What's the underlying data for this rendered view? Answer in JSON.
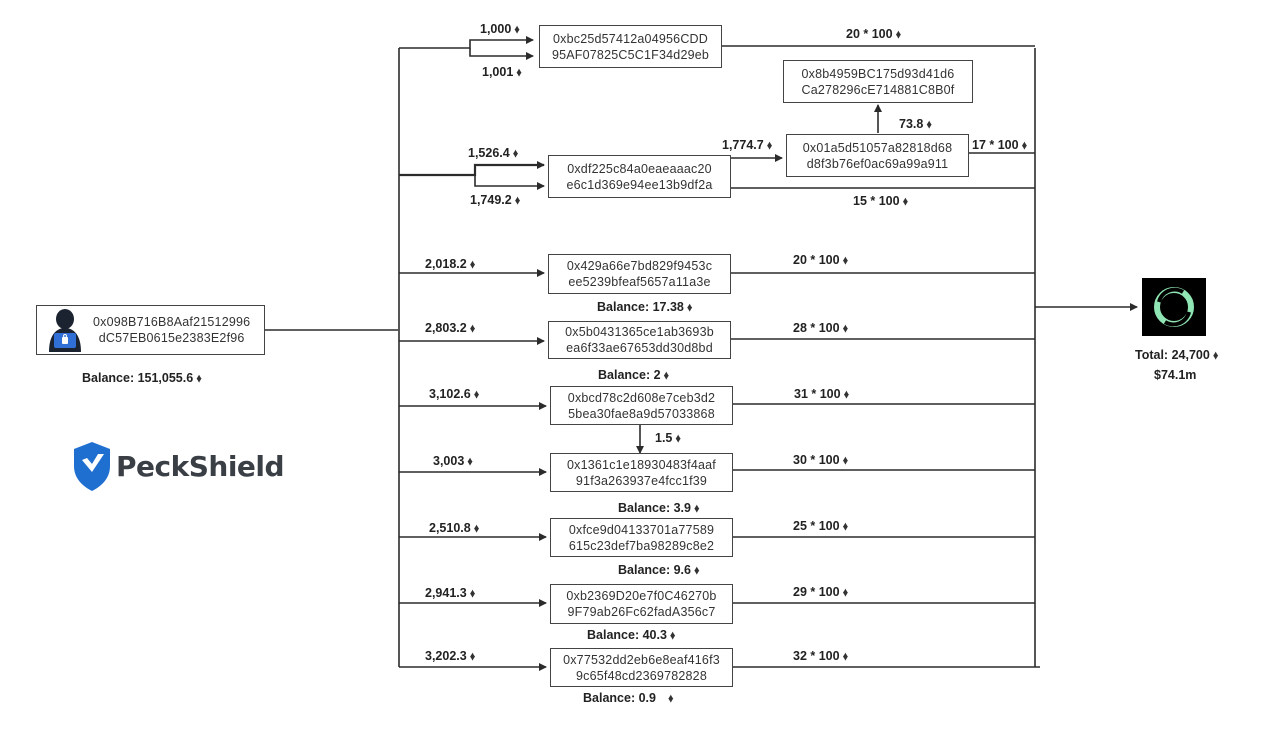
{
  "eth_symbol": "♦",
  "hacker": {
    "address_line1": "0x098B716B8Aaf21512996",
    "address_line2": "dC57EB0615e2383E2f96",
    "balance": "Balance: 151,055.6"
  },
  "logo_text": "PeckShield",
  "exchange": {
    "total": "Total: 24,700",
    "usd": "$74.1m"
  },
  "top_box": {
    "line1": "0xbc25d57412a04956CDD",
    "line2": "95AF07825C5C1F34d29eb",
    "in_top": "1,000",
    "in_bottom": "1,001",
    "out": "20 * 100"
  },
  "box_8b": {
    "line1": "0x8b4959BC175d93d41d6",
    "line2": "Ca278296cE714881C8B0f"
  },
  "box_01a5": {
    "line1": "0x01a5d51057a82818d68",
    "line2": "d8f3b76ef0ac69a99a911",
    "in": "1,774.7",
    "up": "73.8",
    "out": "17 * 100"
  },
  "box_df22": {
    "line1": "0xdf225c84a0eaeaaac20",
    "line2": "e6c1d369e94ee13b9df2a",
    "in_top": "1,526.4",
    "in_bottom": "1,749.2",
    "out": "15 * 100"
  },
  "rows": [
    {
      "in": "2,018.2",
      "line1": "0x429a66e7bd829f9453c",
      "line2": "ee5239bfeaf5657a11a3e",
      "out": "20 * 100",
      "balance": "Balance: 17.38"
    },
    {
      "in": "2,803.2",
      "line1": "0x5b0431365ce1ab3693b",
      "line2": "ea6f33ae67653dd30d8bd",
      "out": "28 * 100",
      "balance": "Balance: 2"
    },
    {
      "in": "3,102.6",
      "line1": "0xbcd78c2d608e7ceb3d2",
      "line2": "5bea30fae8a9d57033868",
      "out": "31 * 100",
      "balance": ""
    },
    {
      "in": "3,003",
      "line1": "0x1361c1e18930483f4aaf",
      "line2": "91f3a263937e4fcc1f39",
      "out": "30 * 100",
      "balance": "Balance: 3.9"
    },
    {
      "in": "2,510.8",
      "line1": "0xfce9d04133701a77589",
      "line2": "615c23def7ba98289c8e2",
      "out": "25 * 100",
      "balance": "Balance: 9.6"
    },
    {
      "in": "2,941.3",
      "line1": "0xb2369D20e7f0C46270b",
      "line2": "9F79ab26Fc62fadA356c7",
      "out": "29 * 100",
      "balance": "Balance: 40.3"
    },
    {
      "in": "3,202.3",
      "line1": "0x77532dd2eb6e8eaf416f3",
      "line2": "9c65f48cd2369782828",
      "out": "32 * 100",
      "balance": "Balance: 0.9"
    }
  ],
  "transfer_bcd_to_1361": "1.5",
  "colors": {
    "line": "#2b2b2b",
    "logo_blue": "#1f6fd1",
    "exchange_bg": "#000000",
    "exchange_accent": "#8fe6b4"
  }
}
